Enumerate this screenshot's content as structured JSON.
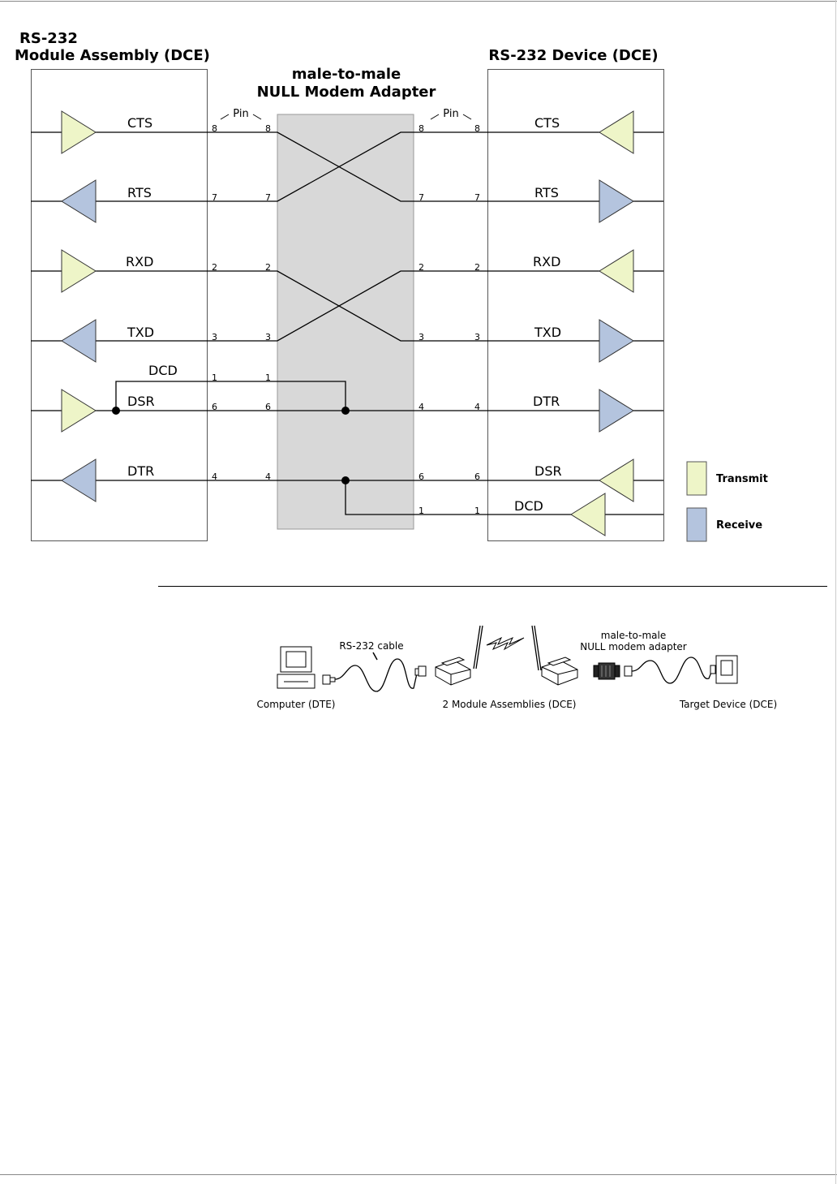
{
  "diagram": {
    "left_title_line1": "RS-232",
    "left_title_line2": "Module Assembly (DCE)",
    "adapter_title_line1": "male-to-male",
    "adapter_title_line2": "NULL Modem Adapter",
    "right_title": "RS-232 Device (DCE)",
    "pin_label": "Pin",
    "left_signals": [
      {
        "name": "CTS",
        "type": "transmit",
        "pin_outer": "8",
        "pin_inner": "8"
      },
      {
        "name": "RTS",
        "type": "receive",
        "pin_outer": "7",
        "pin_inner": "7"
      },
      {
        "name": "RXD",
        "type": "transmit",
        "pin_outer": "2",
        "pin_inner": "2"
      },
      {
        "name": "TXD",
        "type": "receive",
        "pin_outer": "3",
        "pin_inner": "3"
      },
      {
        "name": "DCD",
        "type": "none",
        "pin_outer": "1",
        "pin_inner": "1"
      },
      {
        "name": "DSR",
        "type": "transmit",
        "pin_outer": "6",
        "pin_inner": "6"
      },
      {
        "name": "DTR",
        "type": "receive",
        "pin_outer": "4",
        "pin_inner": "4"
      }
    ],
    "right_signals": [
      {
        "name": "CTS",
        "type": "transmit",
        "pin_inner": "8",
        "pin_outer": "8"
      },
      {
        "name": "RTS",
        "type": "receive",
        "pin_inner": "7",
        "pin_outer": "7"
      },
      {
        "name": "RXD",
        "type": "transmit",
        "pin_inner": "2",
        "pin_outer": "2"
      },
      {
        "name": "TXD",
        "type": "receive",
        "pin_inner": "3",
        "pin_outer": "3"
      },
      {
        "name": "DTR",
        "type": "receive",
        "pin_inner": "4",
        "pin_outer": "4"
      },
      {
        "name": "DSR",
        "type": "transmit",
        "pin_inner": "6",
        "pin_outer": "6"
      },
      {
        "name": "DCD",
        "type": "transmit",
        "pin_inner": "1",
        "pin_outer": "1"
      }
    ],
    "legend": [
      {
        "label": "Transmit",
        "color": "#eef5c8"
      },
      {
        "label": "Receive",
        "color": "#b4c4de"
      }
    ],
    "colors": {
      "transmit": "#eef5c8",
      "receive": "#b4c4de",
      "adapter_fill": "#d8d8d8"
    }
  },
  "setup": {
    "cable_label": "RS-232 cable",
    "adapter_label_line1": "male-to-male",
    "adapter_label_line2": "NULL modem adapter",
    "computer_label": "Computer (DTE)",
    "modules_label": "2 Module Assemblies (DCE)",
    "target_label": "Target Device (DCE)"
  }
}
